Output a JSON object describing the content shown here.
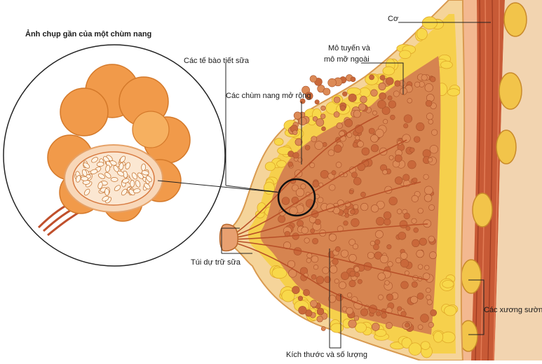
{
  "figure": {
    "inset_title": "Ảnh chụp gần của một chùm nang",
    "labels": {
      "muscle": "Cơ",
      "secretory_cells": "Các tế bào tiết sữa",
      "glandular_line1": "Mô tuyến và",
      "glandular_line2": "mô mỡ ngoài",
      "expanded_lobules": "Các chùm nang mở rộng",
      "milk_reservoir": "Túi dự trữ sữa",
      "ribs": "Các xương sườn",
      "size_count": "Kích thước và số lượng"
    }
  },
  "colors": {
    "skin": "#f5d49a",
    "skin_dark": "#e8b060",
    "fat": "#f6cf3e",
    "gland": "#d07a48",
    "gland_dark": "#b85a2c",
    "muscle": "#d45a3a",
    "bone": "#f2c44a",
    "duct": "#c8603a",
    "inset_lobe": "#f19a4a"
  }
}
